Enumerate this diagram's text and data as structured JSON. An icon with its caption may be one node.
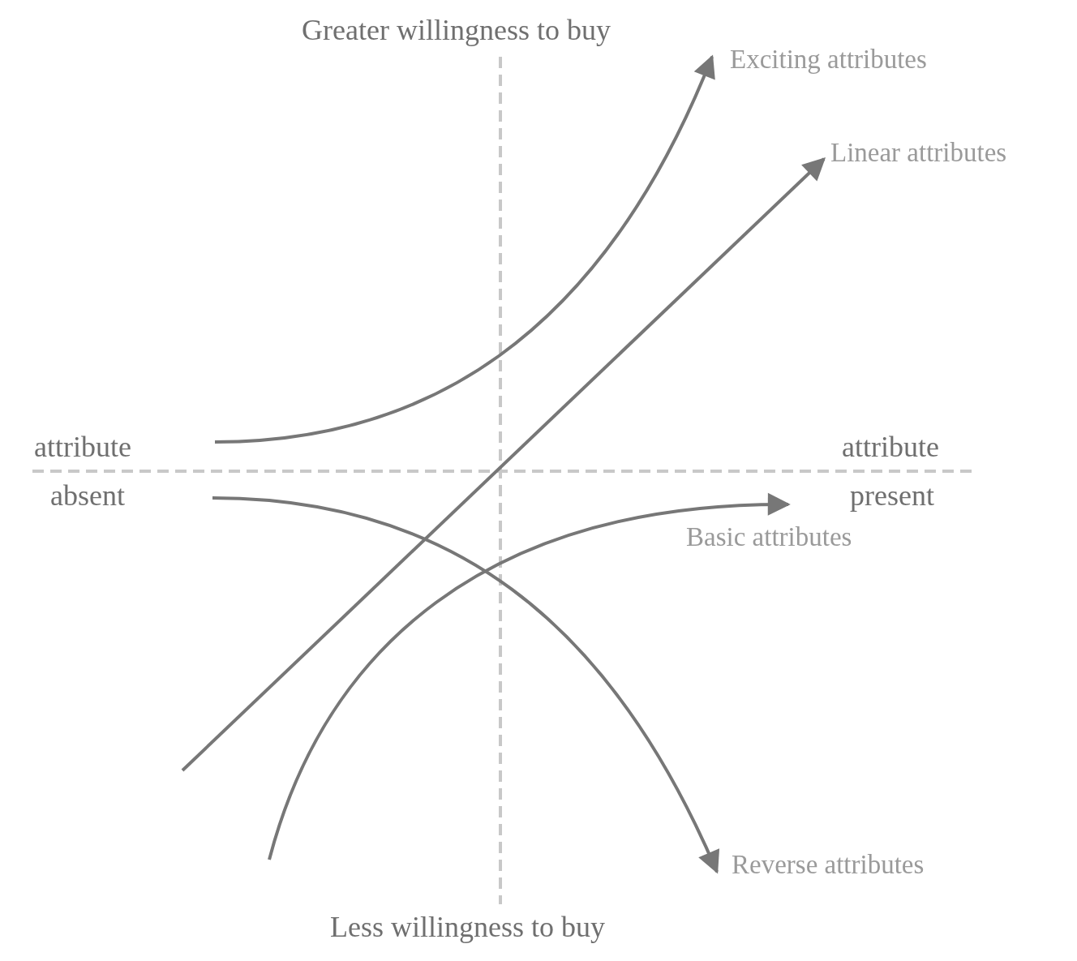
{
  "diagram": {
    "nodes": [
      {
        "text": [
          "Exciting attributes"
        ]
      },
      {
        "text": [
          "Linear attributes"
        ]
      },
      {
        "text": [
          "Basic attributes"
        ]
      },
      {
        "text": [
          "Reverse attributes"
        ]
      }
    ],
    "edges": [
      {
        "from": null,
        "to": 0,
        "arrow": "to"
      },
      {
        "from": null,
        "to": 1,
        "arrow": "to"
      },
      {
        "from": null,
        "to": 2,
        "arrow": "to"
      },
      {
        "from": null,
        "to": 3,
        "arrow": "to"
      }
    ],
    "labels": [
      "Greater willingness to buy",
      "attribute",
      "attribute",
      "absent",
      "present",
      "Less willingness to buy"
    ]
  }
}
